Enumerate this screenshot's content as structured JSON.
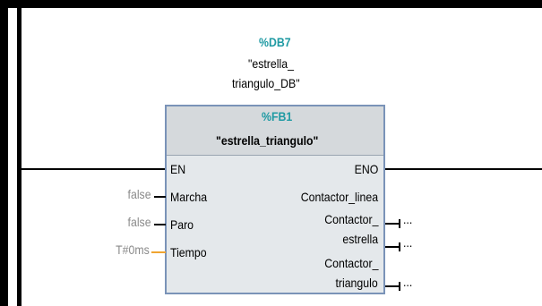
{
  "instance": {
    "db_address": "%DB7",
    "db_name_line1": "\"estrella_",
    "db_name_line2": "triangulo_DB\""
  },
  "block": {
    "address": "%FB1",
    "name": "\"estrella_triangulo\""
  },
  "pins": {
    "en": "EN",
    "eno": "ENO",
    "inputs": [
      {
        "label": "Marcha",
        "value": "false"
      },
      {
        "label": "Paro",
        "value": "false"
      },
      {
        "label": "Tiempo",
        "value": "T#0ms"
      }
    ],
    "outputs": [
      {
        "label_line1": "Contactor_linea",
        "label_line2": "",
        "value": "..."
      },
      {
        "label_line1": "Contactor_",
        "label_line2": "estrella",
        "value": "..."
      },
      {
        "label_line1": "Contactor_",
        "label_line2": "triangulo",
        "value": "..."
      }
    ]
  },
  "colors": {
    "address": "#1f9aa3",
    "time_wire": "#f0a430",
    "frame": "#7a93b8"
  }
}
